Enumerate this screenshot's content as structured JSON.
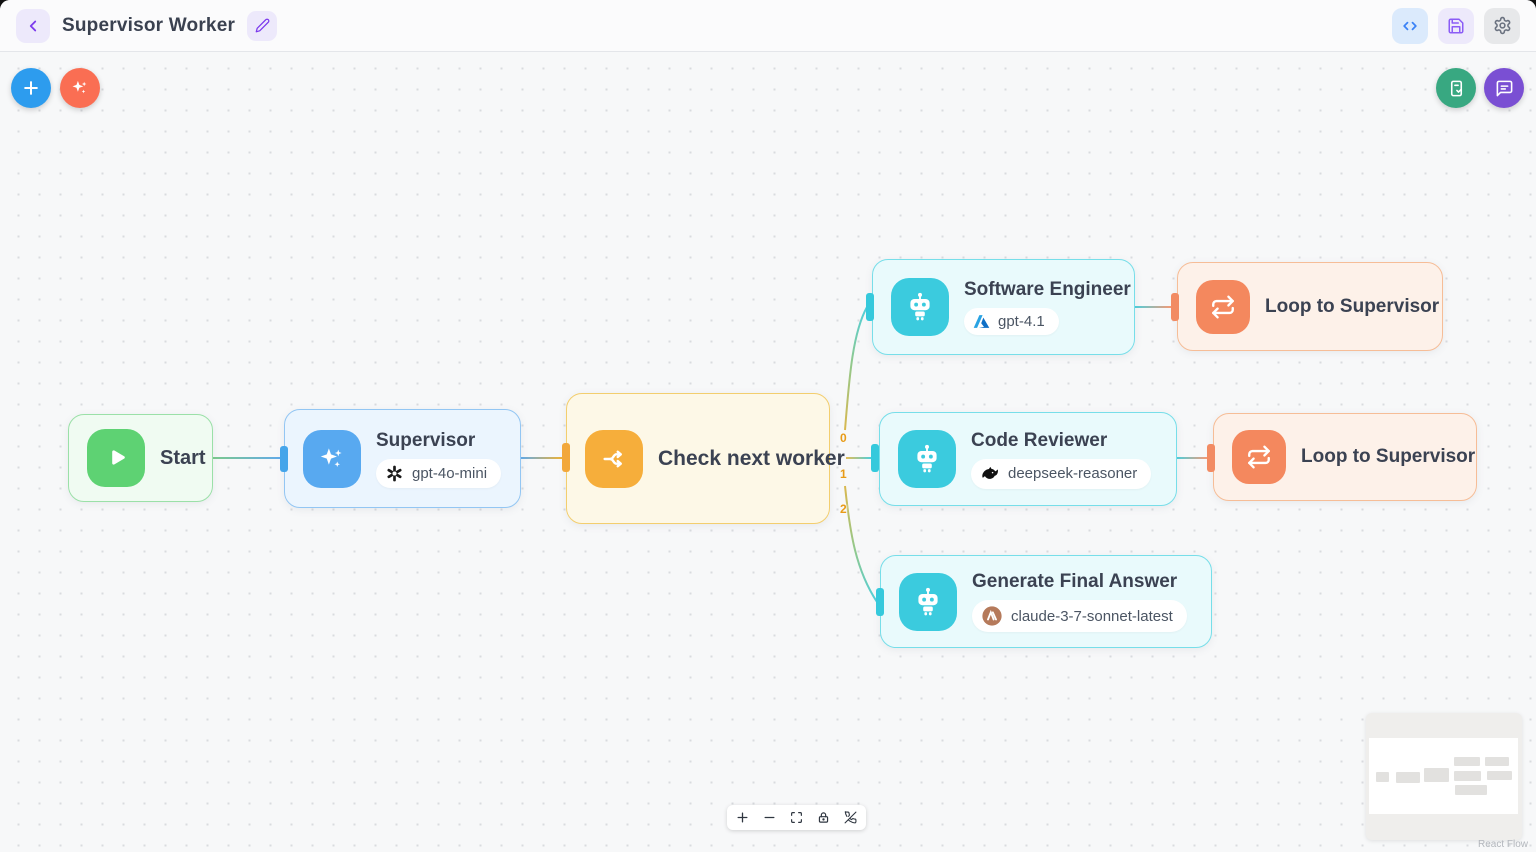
{
  "header": {
    "title": "Supervisor Worker",
    "icons": [
      "chevron-left-icon",
      "pencil-icon",
      "code-icon",
      "save-icon",
      "gear-icon"
    ]
  },
  "canvas": {
    "toolbar_icons": [
      "plus-icon",
      "sparkles-icon",
      "file-check-icon",
      "chat-icon"
    ],
    "nodes": [
      {
        "type": "start",
        "title": "Start"
      },
      {
        "type": "agent",
        "title": "Supervisor",
        "model": "gpt-4o-mini",
        "provider": "openai"
      },
      {
        "type": "router",
        "title": "Check next worker"
      },
      {
        "type": "agent",
        "title": "Software Engineer",
        "model": "gpt-4.1",
        "provider": "azure"
      },
      {
        "type": "loop",
        "title": "Loop to Supervisor"
      },
      {
        "type": "agent",
        "title": "Code Reviewer",
        "model": "deepseek-reasoner",
        "provider": "deepseek"
      },
      {
        "type": "loop",
        "title": "Loop to Supervisor"
      },
      {
        "type": "agent",
        "title": "Generate Final Answer",
        "model": "claude-3-7-sonnet-latest",
        "provider": "anthropic"
      }
    ],
    "edge_labels": {
      "e0": "0",
      "e1": "1",
      "e2": "2"
    },
    "controls_icons": [
      "zoom-in-icon",
      "zoom-out-icon",
      "fit-view-icon",
      "lock-icon",
      "phone-off-icon"
    ],
    "attribution": "React Flow"
  },
  "colors": {
    "accent_blue": "#2D9CEE",
    "accent_coral": "#FA6E53",
    "accent_green": "#38A881",
    "accent_purple": "#7A4FD3",
    "node_green": "#5ED273",
    "node_blue": "#58A9F0",
    "node_amber": "#F6AE3B",
    "node_cyan": "#3BCBDE",
    "node_salmon": "#F4885E",
    "edge_label": "#E89B17"
  }
}
